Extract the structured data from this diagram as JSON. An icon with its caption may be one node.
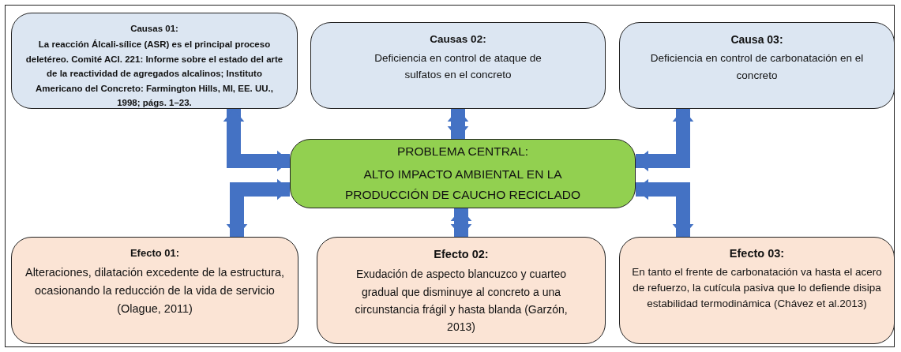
{
  "diagram": {
    "nodes": [
      {
        "text": [
          "Causas 01:",
          "La reacción Álcali-sílice (ASR) es el principal proceso deletéreo. Comité ACI. 221: Informe sobre el estado del arte de la reactividad de agregados alcalinos; Instituto Americano del Concreto: Farmington Hills, MI, EE. UU., 1998; págs. 1–23."
        ]
      },
      {
        "text": [
          "Causas 02:",
          "Deficiencia en control de ataque de sulfatos en el concreto"
        ]
      },
      {
        "text": [
          "Causa 03:",
          "Deficiencia en control de carbonatación en el concreto"
        ]
      },
      {
        "text": [
          "PROBLEMA CENTRAL:",
          "ALTO IMPACTO AMBIENTAL EN LA PRODUCCIÓN DE CAUCHO RECICLADO"
        ]
      },
      {
        "text": [
          "Efecto 01:",
          "Alteraciones, dilatación excedente de la estructura, ocasionando la reducción de la vida de servicio (Olague, 2011)"
        ]
      },
      {
        "text": [
          "Efecto 02:",
          "Exudación de aspecto blancuzco y cuarteo gradual que disminuye al concreto a una circunstancia frágil y hasta blanda (Garzón, 2013)"
        ]
      },
      {
        "text": [
          "Efecto 03:",
          "En tanto el frente de carbonatación va hasta el acero de refuerzo, la cutícula pasiva que lo defiende disipa estabilidad termodinámica (Chávez et al.2013)"
        ]
      }
    ],
    "edges": [
      {
        "from": 0,
        "to": 3,
        "arrow": "both"
      },
      {
        "from": 1,
        "to": 3,
        "arrow": "both"
      },
      {
        "from": 2,
        "to": 3,
        "arrow": "both"
      },
      {
        "from": 3,
        "to": 4,
        "arrow": "both"
      },
      {
        "from": 3,
        "to": 5,
        "arrow": "both"
      },
      {
        "from": 3,
        "to": 6,
        "arrow": "both"
      }
    ]
  }
}
